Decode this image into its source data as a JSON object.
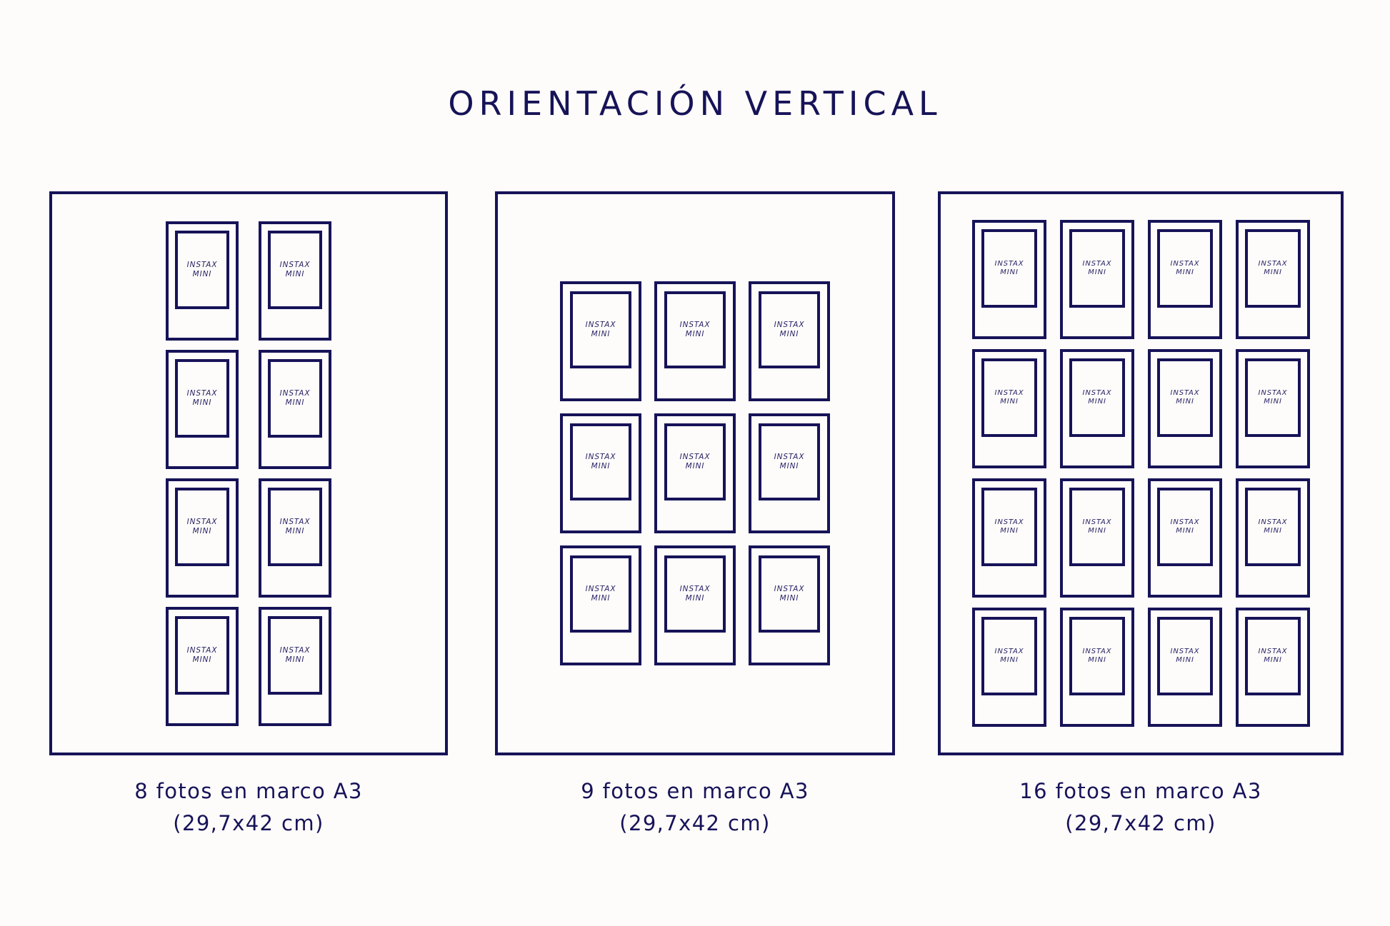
{
  "title": "ORIENTACIÓN VERTICAL",
  "colors": {
    "ink": "#171358",
    "background": "#fdfcfa",
    "label_ink": "#2a2466"
  },
  "panels": [
    {
      "id": "panel-8",
      "photo_count": 8,
      "columns": 2,
      "rows": 4,
      "caption_line1": "8 fotos en marco A3",
      "caption_line2": "(29,7x42 cm)",
      "frame_label": "A3",
      "frame_size": "29,7x42 cm",
      "photo_label": "INSTAX\nMINI",
      "photos": [
        {
          "label": "INSTAX\nMINI"
        },
        {
          "label": "INSTAX\nMINI"
        },
        {
          "label": "INSTAX\nMINI"
        },
        {
          "label": "INSTAX\nMINI"
        },
        {
          "label": "INSTAX\nMINI"
        },
        {
          "label": "INSTAX\nMINI"
        },
        {
          "label": "INSTAX\nMINI"
        },
        {
          "label": "INSTAX\nMINI"
        }
      ]
    },
    {
      "id": "panel-9",
      "photo_count": 9,
      "columns": 3,
      "rows": 3,
      "caption_line1": "9 fotos en marco A3",
      "caption_line2": "(29,7x42 cm)",
      "frame_label": "A3",
      "frame_size": "29,7x42 cm",
      "photo_label": "INSTAX\nMINI",
      "photos": [
        {
          "label": "INSTAX\nMINI"
        },
        {
          "label": "INSTAX\nMINI"
        },
        {
          "label": "INSTAX\nMINI"
        },
        {
          "label": "INSTAX\nMINI"
        },
        {
          "label": "INSTAX\nMINI"
        },
        {
          "label": "INSTAX\nMINI"
        },
        {
          "label": "INSTAX\nMINI"
        },
        {
          "label": "INSTAX\nMINI"
        },
        {
          "label": "INSTAX\nMINI"
        }
      ]
    },
    {
      "id": "panel-16",
      "photo_count": 16,
      "columns": 4,
      "rows": 4,
      "caption_line1": "16 fotos en marco A3",
      "caption_line2": "(29,7x42 cm)",
      "frame_label": "A3",
      "frame_size": "29,7x42 cm",
      "photo_label": "INSTAX\nMINI",
      "photos": [
        {
          "label": "INSTAX\nMINI"
        },
        {
          "label": "INSTAX\nMINI"
        },
        {
          "label": "INSTAX\nMINI"
        },
        {
          "label": "INSTAX\nMINI"
        },
        {
          "label": "INSTAX\nMINI"
        },
        {
          "label": "INSTAX\nMINI"
        },
        {
          "label": "INSTAX\nMINI"
        },
        {
          "label": "INSTAX\nMINI"
        },
        {
          "label": "INSTAX\nMINI"
        },
        {
          "label": "INSTAX\nMINI"
        },
        {
          "label": "INSTAX\nMINI"
        },
        {
          "label": "INSTAX\nMINI"
        },
        {
          "label": "INSTAX\nMINI"
        },
        {
          "label": "INSTAX\nMINI"
        },
        {
          "label": "INSTAX\nMINI"
        },
        {
          "label": "INSTAX\nMINI"
        }
      ]
    }
  ]
}
